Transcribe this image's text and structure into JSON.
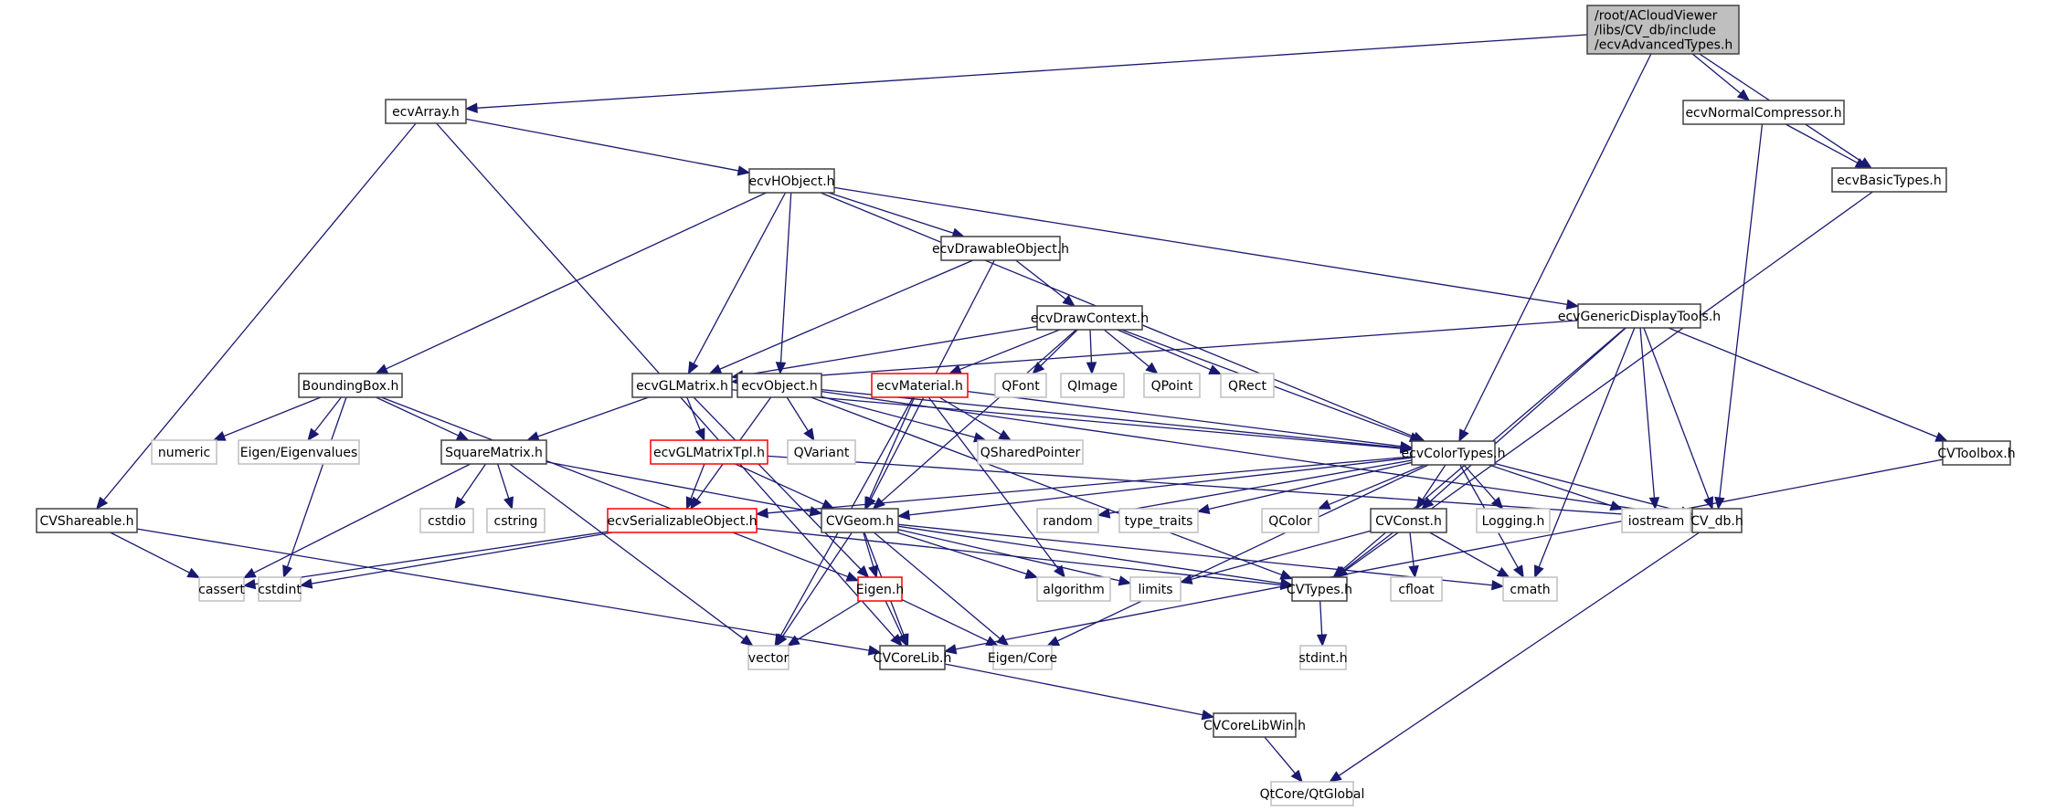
{
  "diagram": {
    "type": "include-dependency-graph",
    "edge_color": "#191970",
    "legend_colors": {
      "main": "#bfbfbf",
      "documented": "#404040",
      "external": "#bfbfbf",
      "truncated": "#ff0000"
    },
    "nodes": [
      {
        "id": "root",
        "lines": [
          "/root/ACloudViewer",
          "/libs/CV_db/include",
          "/ecvAdvancedTypes.h"
        ],
        "kind": "main"
      },
      {
        "id": "ecvArray",
        "lines": [
          "ecvArray.h"
        ],
        "kind": "doc"
      },
      {
        "id": "ecvNormalCompressor",
        "lines": [
          "ecvNormalCompressor.h"
        ],
        "kind": "doc"
      },
      {
        "id": "ecvBasicTypes",
        "lines": [
          "ecvBasicTypes.h"
        ],
        "kind": "doc"
      },
      {
        "id": "ecvHObject",
        "lines": [
          "ecvHObject.h"
        ],
        "kind": "doc"
      },
      {
        "id": "ecvDrawableObject",
        "lines": [
          "ecvDrawableObject.h"
        ],
        "kind": "doc"
      },
      {
        "id": "ecvDrawContext",
        "lines": [
          "ecvDrawContext.h"
        ],
        "kind": "doc"
      },
      {
        "id": "ecvGenericDisplayTools",
        "lines": [
          "ecvGenericDisplayTools.h"
        ],
        "kind": "doc"
      },
      {
        "id": "BoundingBox",
        "lines": [
          "BoundingBox.h"
        ],
        "kind": "doc"
      },
      {
        "id": "ecvGLMatrix",
        "lines": [
          "ecvGLMatrix.h"
        ],
        "kind": "doc"
      },
      {
        "id": "ecvObject",
        "lines": [
          "ecvObject.h"
        ],
        "kind": "doc"
      },
      {
        "id": "ecvMaterial",
        "lines": [
          "ecvMaterial.h"
        ],
        "kind": "trunc"
      },
      {
        "id": "QFont",
        "lines": [
          "QFont"
        ],
        "kind": "ext"
      },
      {
        "id": "QImage",
        "lines": [
          "QImage"
        ],
        "kind": "ext"
      },
      {
        "id": "QPoint",
        "lines": [
          "QPoint"
        ],
        "kind": "ext"
      },
      {
        "id": "QRect",
        "lines": [
          "QRect"
        ],
        "kind": "ext"
      },
      {
        "id": "numeric",
        "lines": [
          "numeric"
        ],
        "kind": "ext"
      },
      {
        "id": "EigenEigenvalues",
        "lines": [
          "Eigen/Eigenvalues"
        ],
        "kind": "ext"
      },
      {
        "id": "SquareMatrix",
        "lines": [
          "SquareMatrix.h"
        ],
        "kind": "doc"
      },
      {
        "id": "ecvGLMatrixTpl",
        "lines": [
          "ecvGLMatrixTpl.h"
        ],
        "kind": "trunc"
      },
      {
        "id": "QVariant",
        "lines": [
          "QVariant"
        ],
        "kind": "ext"
      },
      {
        "id": "QSharedPointer",
        "lines": [
          "QSharedPointer"
        ],
        "kind": "ext"
      },
      {
        "id": "ecvColorTypes",
        "lines": [
          "ecvColorTypes.h"
        ],
        "kind": "doc"
      },
      {
        "id": "CVToolbox",
        "lines": [
          "CVToolbox.h"
        ],
        "kind": "doc"
      },
      {
        "id": "CVShareable",
        "lines": [
          "CVShareable.h"
        ],
        "kind": "doc"
      },
      {
        "id": "cstdio",
        "lines": [
          "cstdio"
        ],
        "kind": "ext"
      },
      {
        "id": "cstring",
        "lines": [
          "cstring"
        ],
        "kind": "ext"
      },
      {
        "id": "ecvSerializableObject",
        "lines": [
          "ecvSerializableObject.h"
        ],
        "kind": "trunc"
      },
      {
        "id": "CVGeom",
        "lines": [
          "CVGeom.h"
        ],
        "kind": "doc"
      },
      {
        "id": "random",
        "lines": [
          "random"
        ],
        "kind": "ext"
      },
      {
        "id": "type_traits",
        "lines": [
          "type_traits"
        ],
        "kind": "ext"
      },
      {
        "id": "QColor",
        "lines": [
          "QColor"
        ],
        "kind": "ext"
      },
      {
        "id": "CVConst",
        "lines": [
          "CVConst.h"
        ],
        "kind": "doc"
      },
      {
        "id": "Logging",
        "lines": [
          "Logging.h"
        ],
        "kind": "ext"
      },
      {
        "id": "iostream",
        "lines": [
          "iostream"
        ],
        "kind": "ext"
      },
      {
        "id": "CV_db",
        "lines": [
          "CV_db.h"
        ],
        "kind": "doc"
      },
      {
        "id": "cassert",
        "lines": [
          "cassert"
        ],
        "kind": "ext"
      },
      {
        "id": "cstdint",
        "lines": [
          "cstdint"
        ],
        "kind": "ext"
      },
      {
        "id": "EigenH",
        "lines": [
          "Eigen.h"
        ],
        "kind": "trunc"
      },
      {
        "id": "algorithm",
        "lines": [
          "algorithm"
        ],
        "kind": "ext"
      },
      {
        "id": "limits",
        "lines": [
          "limits"
        ],
        "kind": "ext"
      },
      {
        "id": "CVTypes",
        "lines": [
          "CVTypes.h"
        ],
        "kind": "doc"
      },
      {
        "id": "cfloat",
        "lines": [
          "cfloat"
        ],
        "kind": "ext"
      },
      {
        "id": "cmath",
        "lines": [
          "cmath"
        ],
        "kind": "ext"
      },
      {
        "id": "vector",
        "lines": [
          "vector"
        ],
        "kind": "ext"
      },
      {
        "id": "CVCoreLib",
        "lines": [
          "CVCoreLib.h"
        ],
        "kind": "doc"
      },
      {
        "id": "EigenCore",
        "lines": [
          "Eigen/Core"
        ],
        "kind": "ext"
      },
      {
        "id": "stdint",
        "lines": [
          "stdint.h"
        ],
        "kind": "ext"
      },
      {
        "id": "CVCoreLibWin",
        "lines": [
          "CVCoreLibWin.h"
        ],
        "kind": "doc"
      },
      {
        "id": "QtGlobal",
        "lines": [
          "QtCore/QtGlobal"
        ],
        "kind": "ext"
      }
    ],
    "edges": [
      [
        "root",
        "ecvArray"
      ],
      [
        "root",
        "ecvColorTypes"
      ],
      [
        "root",
        "ecvNormalCompressor"
      ],
      [
        "root",
        "ecvBasicTypes"
      ],
      [
        "ecvNormalCompressor",
        "ecvBasicTypes"
      ],
      [
        "ecvNormalCompressor",
        "CV_db"
      ],
      [
        "ecvBasicTypes",
        "CVTypes"
      ],
      [
        "ecvArray",
        "ecvHObject"
      ],
      [
        "ecvArray",
        "CVShareable"
      ],
      [
        "ecvArray",
        "CVCoreLib"
      ],
      [
        "ecvHObject",
        "ecvDrawableObject"
      ],
      [
        "ecvHObject",
        "BoundingBox"
      ],
      [
        "ecvHObject",
        "ecvGLMatrix"
      ],
      [
        "ecvHObject",
        "ecvObject"
      ],
      [
        "ecvHObject",
        "ecvGenericDisplayTools"
      ],
      [
        "ecvHObject",
        "ecvColorTypes"
      ],
      [
        "ecvDrawableObject",
        "ecvDrawContext"
      ],
      [
        "ecvDrawableObject",
        "ecvGLMatrix"
      ],
      [
        "ecvDrawableObject",
        "CVGeom"
      ],
      [
        "ecvDrawContext",
        "ecvGLMatrix"
      ],
      [
        "ecvDrawContext",
        "ecvMaterial"
      ],
      [
        "ecvDrawContext",
        "QFont"
      ],
      [
        "ecvDrawContext",
        "QImage"
      ],
      [
        "ecvDrawContext",
        "QPoint"
      ],
      [
        "ecvDrawContext",
        "QRect"
      ],
      [
        "ecvDrawContext",
        "ecvColorTypes"
      ],
      [
        "ecvDrawContext",
        "CVGeom"
      ],
      [
        "ecvGenericDisplayTools",
        "ecvGLMatrix"
      ],
      [
        "ecvGenericDisplayTools",
        "CVConst"
      ],
      [
        "ecvGenericDisplayTools",
        "iostream"
      ],
      [
        "ecvGenericDisplayTools",
        "CV_db"
      ],
      [
        "ecvGenericDisplayTools",
        "CVToolbox"
      ],
      [
        "ecvGenericDisplayTools",
        "CVTypes"
      ],
      [
        "ecvGenericDisplayTools",
        "cmath"
      ],
      [
        "BoundingBox",
        "numeric"
      ],
      [
        "BoundingBox",
        "EigenEigenvalues"
      ],
      [
        "BoundingBox",
        "SquareMatrix"
      ],
      [
        "BoundingBox",
        "cstdint"
      ],
      [
        "BoundingBox",
        "EigenH"
      ],
      [
        "ecvGLMatrix",
        "SquareMatrix"
      ],
      [
        "ecvGLMatrix",
        "ecvGLMatrixTpl"
      ],
      [
        "ecvGLMatrix",
        "EigenH"
      ],
      [
        "ecvGLMatrix",
        "ecvColorTypes"
      ],
      [
        "ecvObject",
        "QVariant"
      ],
      [
        "ecvObject",
        "QSharedPointer"
      ],
      [
        "ecvObject",
        "ecvSerializableObject"
      ],
      [
        "ecvObject",
        "CVTypes"
      ],
      [
        "ecvObject",
        "ecvColorTypes"
      ],
      [
        "ecvObject",
        "CV_db"
      ],
      [
        "ecvMaterial",
        "QSharedPointer"
      ],
      [
        "ecvMaterial",
        "ecvColorTypes"
      ],
      [
        "ecvMaterial",
        "CVGeom"
      ],
      [
        "ecvMaterial",
        "algorithm"
      ],
      [
        "ecvMaterial",
        "vector"
      ],
      [
        "SquareMatrix",
        "cstdio"
      ],
      [
        "SquareMatrix",
        "cstring"
      ],
      [
        "SquareMatrix",
        "cassert"
      ],
      [
        "SquareMatrix",
        "CVGeom"
      ],
      [
        "SquareMatrix",
        "vector"
      ],
      [
        "ecvGLMatrixTpl",
        "ecvSerializableObject"
      ],
      [
        "ecvGLMatrixTpl",
        "CVGeom"
      ],
      [
        "ecvGLMatrixTpl",
        "CV_db"
      ],
      [
        "ecvSerializableObject",
        "cassert"
      ],
      [
        "ecvSerializableObject",
        "cstdint"
      ],
      [
        "ecvSerializableObject",
        "CVTypes"
      ],
      [
        "CVShareable",
        "cassert"
      ],
      [
        "CVShareable",
        "CVCoreLib"
      ],
      [
        "CVGeom",
        "EigenH"
      ],
      [
        "CVGeom",
        "vector"
      ],
      [
        "CVGeom",
        "CVCoreLib"
      ],
      [
        "CVGeom",
        "EigenCore"
      ],
      [
        "CVGeom",
        "algorithm"
      ],
      [
        "CVGeom",
        "limits"
      ],
      [
        "CVGeom",
        "CVTypes"
      ],
      [
        "CVGeom",
        "cmath"
      ],
      [
        "ecvColorTypes",
        "CVGeom"
      ],
      [
        "ecvColorTypes",
        "random"
      ],
      [
        "ecvColorTypes",
        "type_traits"
      ],
      [
        "ecvColorTypes",
        "QColor"
      ],
      [
        "ecvColorTypes",
        "CVConst"
      ],
      [
        "ecvColorTypes",
        "Logging"
      ],
      [
        "ecvColorTypes",
        "iostream"
      ],
      [
        "ecvColorTypes",
        "CV_db"
      ],
      [
        "ecvColorTypes",
        "cmath"
      ],
      [
        "ecvColorTypes",
        "ecvSerializableObject"
      ],
      [
        "ecvColorTypes",
        "EigenCore"
      ],
      [
        "CVConst",
        "cfloat"
      ],
      [
        "CVConst",
        "cmath"
      ],
      [
        "CVConst",
        "CVTypes"
      ],
      [
        "CVConst",
        "limits"
      ],
      [
        "CVTypes",
        "stdint"
      ],
      [
        "EigenH",
        "vector"
      ],
      [
        "EigenH",
        "CVCoreLib"
      ],
      [
        "EigenH",
        "EigenCore"
      ],
      [
        "CVCoreLib",
        "CVCoreLibWin"
      ],
      [
        "CVCoreLibWin",
        "QtGlobal"
      ],
      [
        "CV_db",
        "QtGlobal"
      ],
      [
        "CVToolbox",
        "CVCoreLib"
      ]
    ]
  }
}
